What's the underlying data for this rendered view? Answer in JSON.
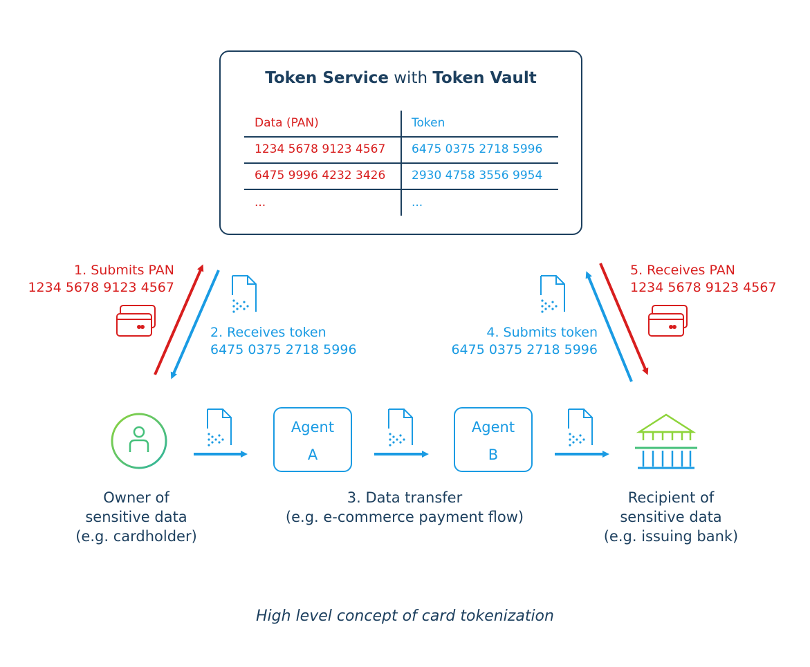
{
  "vault": {
    "title_bold1": "Token Service",
    "title_mid": " with ",
    "title_bold2": "Token Vault",
    "col_data": "Data (PAN)",
    "col_token": "Token",
    "rows": [
      {
        "pan": "1234 5678 9123 4567",
        "token": "6475 0375 2718 5996"
      },
      {
        "pan": "6475 9996 4232 3426",
        "token": "2930 4758 3556 9954"
      },
      {
        "pan": "...",
        "token": "..."
      }
    ]
  },
  "steps": {
    "s1_title": "1. Submits PAN",
    "s1_value": "1234 5678 9123 4567",
    "s2_title": "2. Receives token",
    "s2_value": "6475 0375 2718 5996",
    "s4_title": "4. Submits token",
    "s4_value": "6475 0375 2718 5996",
    "s5_title": "5. Receives PAN",
    "s5_value": "1234 5678 9123 4567"
  },
  "agents": {
    "a_word": "Agent",
    "a_letter": "A",
    "b_word": "Agent",
    "b_letter": "B"
  },
  "captions": {
    "owner": [
      "Owner of",
      "sensitive data",
      "(e.g. cardholder)"
    ],
    "transfer": [
      "3. Data transfer",
      "(e.g. e-commerce payment flow)"
    ],
    "recipient": [
      "Recipient of",
      "sensitive data",
      "(e.g. issuing bank)"
    ]
  },
  "footer": "High level concept of card tokenization",
  "colors": {
    "navy": "#1c3f5e",
    "red": "#d81e1e",
    "blue": "#1a9be3",
    "green": "#44c07a",
    "lime": "#8ed43b"
  },
  "icons": [
    "card-icon",
    "token-document-icon",
    "user-icon",
    "bank-icon",
    "arrow-icon"
  ]
}
